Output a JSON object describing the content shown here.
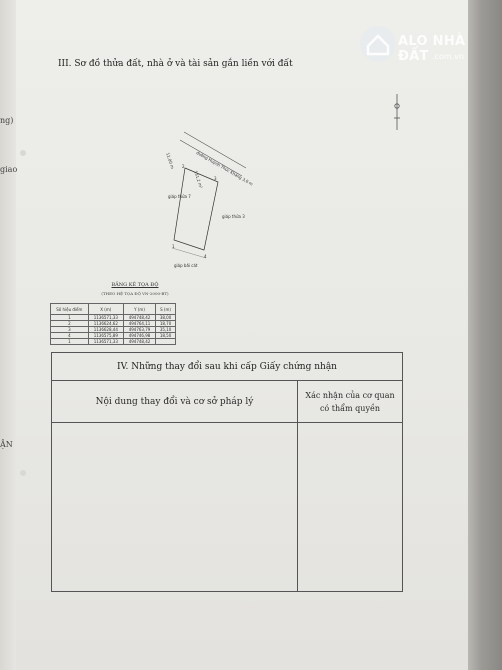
{
  "section_iii": {
    "title": "III. Sơ đồ thửa đất, nhà ở và tài sản gắn liền với đất"
  },
  "watermark": {
    "brand": "ALO NHÀ ĐẤT",
    "domain": ".com.vn"
  },
  "left_margin_fragments": [
    "ng)",
    "giao",
    "ẬN"
  ],
  "plot": {
    "road_label": "đường Huỳnh Thúc Kháng 3,0 m",
    "area_label": "131,2 m²",
    "neighbor_left": "giáp thửa 7",
    "neighbor_right": "giáp thửa 3",
    "neighbor_bottom": "giáp bãi cát",
    "side_label": "11,00 m",
    "vertex_labels": [
      "1",
      "2",
      "3",
      "4"
    ]
  },
  "coordinates": {
    "title": "BẢNG KÊ TỌA ĐỘ",
    "subtitle": "(THEO HỆ TỌA ĐỘ VN-2000-BT)",
    "headers": [
      "Số hiệu điểm",
      "X (m)",
      "Y (m)",
      "S (m)"
    ],
    "rows": [
      [
        "1",
        "1136571,33",
        "494748,42",
        "38,00"
      ],
      [
        "2",
        "1136624,62",
        "494764,11",
        "18,70"
      ],
      [
        "3",
        "1136628,44",
        "494763,79",
        "35,10"
      ],
      [
        "4",
        "1136575,89",
        "494746,98",
        "18,50"
      ],
      [
        "1",
        "1136571,33",
        "494748,42",
        ""
      ]
    ]
  },
  "section_iv": {
    "title": "IV. Những thay đổi sau khi cấp Giấy chứng nhận",
    "col1_header": "Nội dung thay đổi và cơ sở pháp lý",
    "col2_header": "Xác nhận của cơ quan có thẩm quyền"
  }
}
